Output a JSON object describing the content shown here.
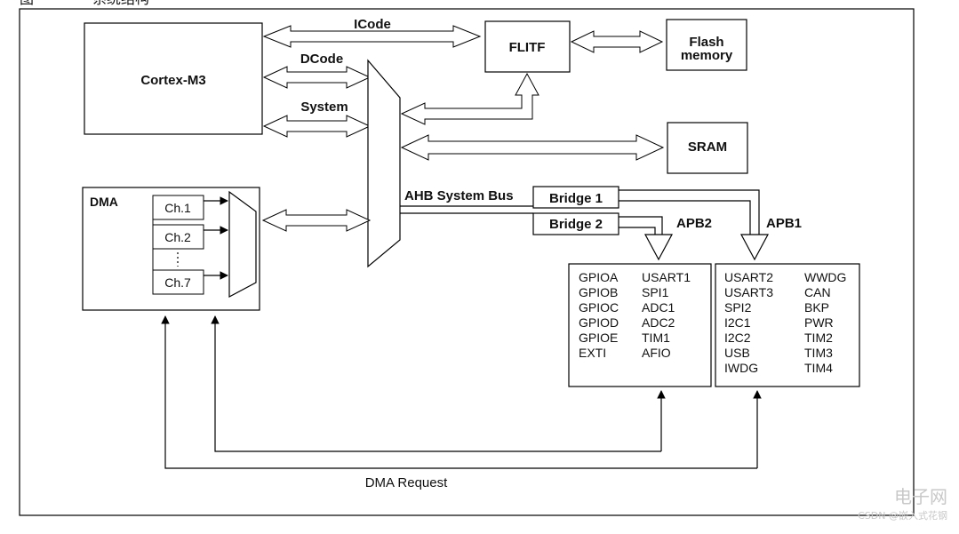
{
  "figure": {
    "caption_prefix": "图",
    "caption_text": "系统结构"
  },
  "blocks": {
    "cortex": "Cortex-M3",
    "flitf": "FLITF",
    "flash_line1": "Flash",
    "flash_line2": "memory",
    "sram": "SRAM",
    "dma": "DMA",
    "bridge1": "Bridge 1",
    "bridge2": "Bridge 2"
  },
  "channels": {
    "ch1": "Ch.1",
    "ch2": "Ch.2",
    "ch7": "Ch.7"
  },
  "buses": {
    "icode": "ICode",
    "dcode": "DCode",
    "system": "System",
    "ahb": "AHB System Bus",
    "apb1": "APB1",
    "apb2": "APB2",
    "dma_request": "DMA Request"
  },
  "apb2_peripherals": {
    "col1": [
      "GPIOA",
      "GPIOB",
      "GPIOC",
      "GPIOD",
      "GPIOE",
      "EXTI"
    ],
    "col2": [
      "USART1",
      "SPI1",
      "ADC1",
      "ADC2",
      "TIM1",
      "AFIO"
    ]
  },
  "apb1_peripherals": {
    "col1": [
      "USART2",
      "USART3",
      "SPI2",
      "I2C1",
      "I2C2",
      "USB",
      "IWDG"
    ],
    "col2": [
      "WWDG",
      "CAN",
      "BKP",
      "PWR",
      "TIM2",
      "TIM3",
      "TIM4"
    ]
  },
  "watermark": {
    "brand": "电子网",
    "site": "CSDN @嵌入式花钢"
  }
}
